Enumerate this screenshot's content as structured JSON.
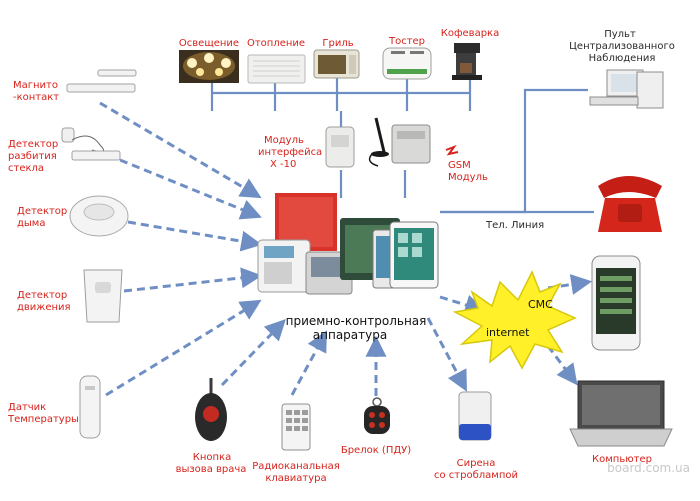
{
  "center_label": [
    "приемно-контрольная",
    "аппаратура"
  ],
  "top_appliances": [
    "Освещение",
    "Отопление",
    "Гриль",
    "Тостер",
    "Кофеварка"
  ],
  "left_sensors": {
    "magnet_contact": [
      "Магнито",
      "-контакт"
    ],
    "glass_break": [
      "Детектор",
      "разбития",
      "стекла"
    ],
    "smoke": [
      "Детектор",
      "дыма"
    ],
    "motion": [
      "Детектор",
      "движения"
    ],
    "temperature": [
      "Датчик",
      "Температуры"
    ]
  },
  "bottom_devices": {
    "panic_button": [
      "Кнопка",
      "вызова врача"
    ],
    "radio_keypad": [
      "Радиоканальная",
      "клавиатура"
    ],
    "key_fob": "Брелок (ПДУ)",
    "siren": [
      "Сирена",
      "со строблампой"
    ]
  },
  "modules": {
    "x10": [
      "Модуль",
      "интерфейса",
      "Х -10"
    ],
    "gsm": [
      "GSM",
      "Модуль"
    ]
  },
  "right_endpoints": {
    "monitoring": [
      "Пульт",
      "Централизованного",
      "Наблюдения"
    ],
    "phone_line": "Тел. Линия",
    "sms": "СМС",
    "internet": "internet",
    "computer": "Компьютер"
  },
  "watermark": "board.com.ua",
  "colors": {
    "line_blue": "#6f8fc4",
    "label_red": "#d6231c",
    "burst_yellow": "#fff02a",
    "panel_red": "#d8322b"
  }
}
